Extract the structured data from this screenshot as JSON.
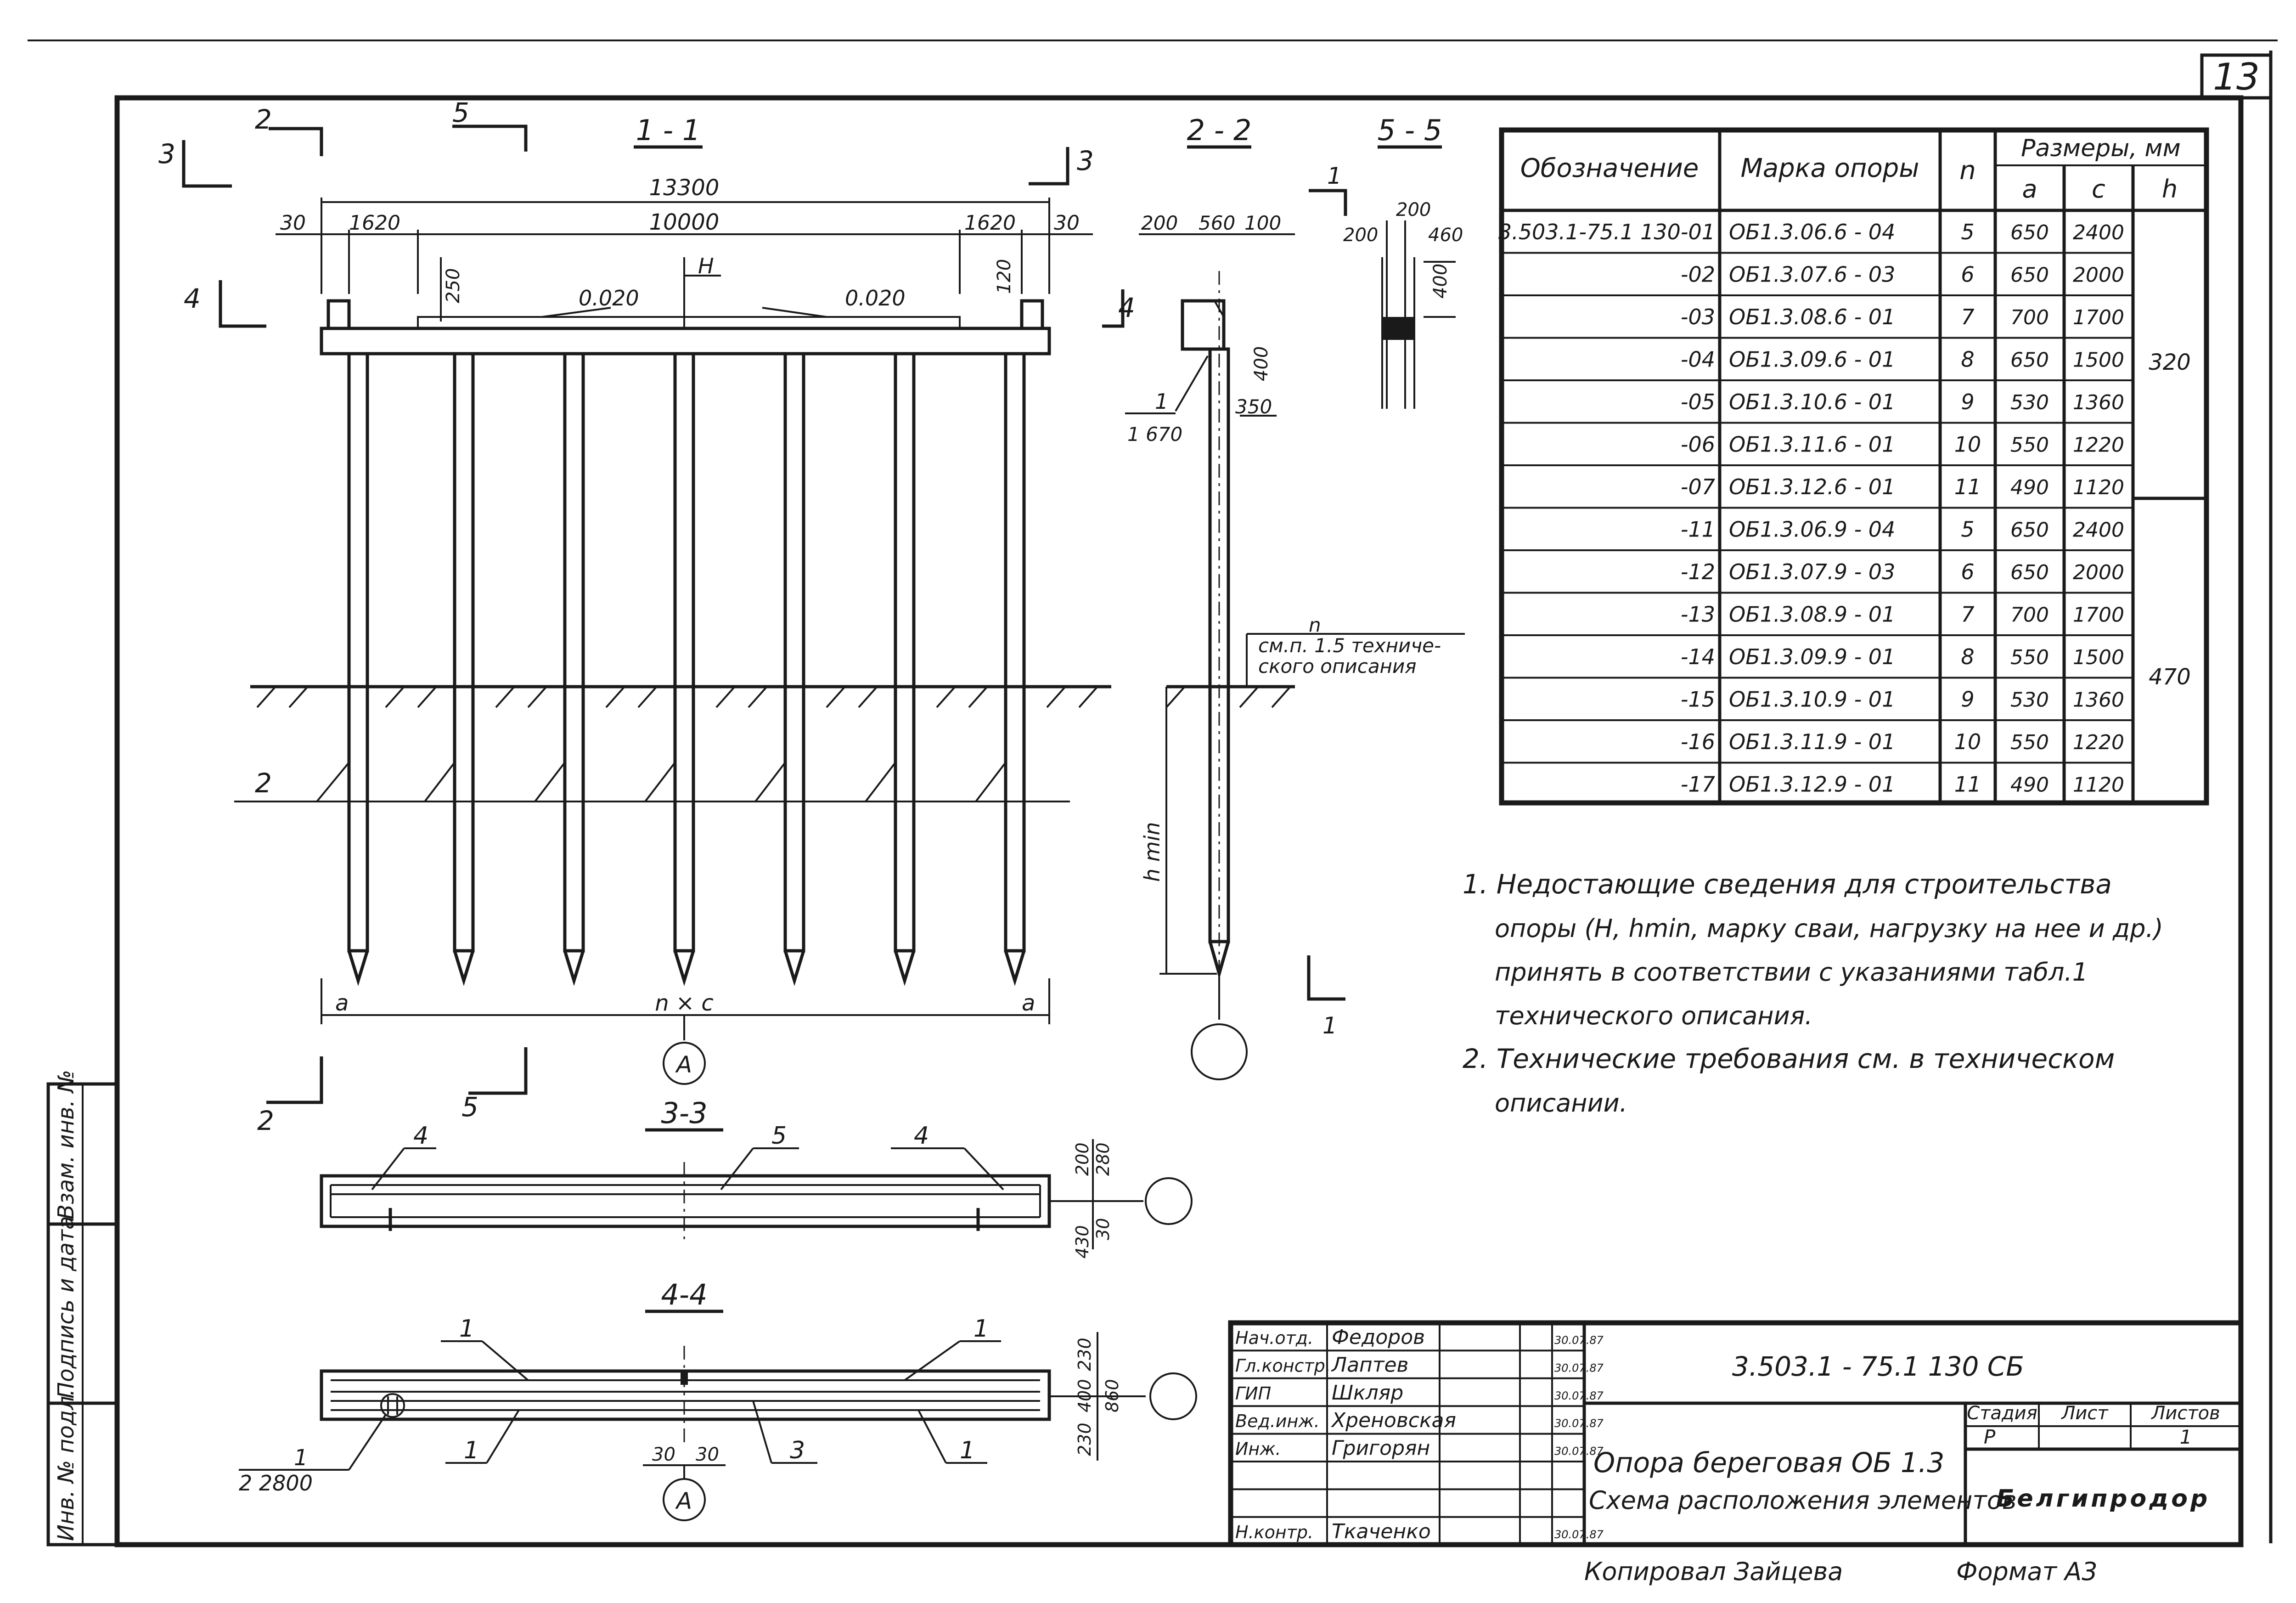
{
  "sheet": {
    "number": "13",
    "format_note": "Формат А3",
    "copied_by": "Копировал  Зайцева"
  },
  "views": {
    "s11": "1 - 1",
    "s22": "2 - 2",
    "s55": "5 - 5",
    "s33": "3-3",
    "s44": "4-4"
  },
  "markers": {
    "c2": "2",
    "c5": "5",
    "c3": "3",
    "c4": "4",
    "c1": "1"
  },
  "dims_11": {
    "total": "13300",
    "left_edge": "30",
    "left_cant": "1620",
    "mid": "10000",
    "right_cant": "1620",
    "right_edge": "30",
    "slope": "0.020",
    "level": "H",
    "d250": "250",
    "d120": "120",
    "a": "a",
    "nc": "n × c",
    "detail": "А",
    "pos2": "2"
  },
  "dims_22": {
    "d200": "200",
    "d560": "560",
    "d100": "100",
    "d400": "400",
    "d350": "350",
    "pos1": "1",
    "pos1_len": "1 670",
    "n": "n",
    "note1": "см.п. 1.5 техниче-",
    "note2": "ского описания",
    "hmin": "h min"
  },
  "dims_55": {
    "d200": "200",
    "d200b": "200",
    "d460": "460",
    "d400": "400"
  },
  "dims_33": {
    "p4a": "4",
    "p5": "5",
    "p4b": "4",
    "d200": "200",
    "d280": "280",
    "d430": "430",
    "d30": "30"
  },
  "dims_44": {
    "p1a": "1",
    "p1b": "1",
    "p1c": "1",
    "p1d": "1",
    "p3": "3",
    "p1e": "1",
    "p1e_len": "2 2800",
    "d30a": "30",
    "d30b": "30",
    "d230a": "230",
    "d400": "400",
    "d230b": "230",
    "d860": "860",
    "detail": "А"
  },
  "table": {
    "headers": {
      "designation": "Обозначение",
      "mark": "Марка опоры",
      "n": "n",
      "sizes": "Размеры, мм",
      "a": "a",
      "c": "c",
      "h": "h"
    },
    "rows": [
      {
        "designation": "3.503.1-75.1 130-01",
        "mark": "ОБ1.3.06.6 - 04",
        "n": "5",
        "a": "650",
        "c": "2400"
      },
      {
        "designation": "-02",
        "mark": "ОБ1.3.07.6 - 03",
        "n": "6",
        "a": "650",
        "c": "2000"
      },
      {
        "designation": "-03",
        "mark": "ОБ1.3.08.6 - 01",
        "n": "7",
        "a": "700",
        "c": "1700"
      },
      {
        "designation": "-04",
        "mark": "ОБ1.3.09.6 - 01",
        "n": "8",
        "a": "650",
        "c": "1500"
      },
      {
        "designation": "-05",
        "mark": "ОБ1.3.10.6 - 01",
        "n": "9",
        "a": "530",
        "c": "1360"
      },
      {
        "designation": "-06",
        "mark": "ОБ1.3.11.6 - 01",
        "n": "10",
        "a": "550",
        "c": "1220"
      },
      {
        "designation": "-07",
        "mark": "ОБ1.3.12.6 - 01",
        "n": "11",
        "a": "490",
        "c": "1120"
      },
      {
        "designation": "-11",
        "mark": "ОБ1.3.06.9 - 04",
        "n": "5",
        "a": "650",
        "c": "2400"
      },
      {
        "designation": "-12",
        "mark": "ОБ1.3.07.9 - 03",
        "n": "6",
        "a": "650",
        "c": "2000"
      },
      {
        "designation": "-13",
        "mark": "ОБ1.3.08.9 - 01",
        "n": "7",
        "a": "700",
        "c": "1700"
      },
      {
        "designation": "-14",
        "mark": "ОБ1.3.09.9 - 01",
        "n": "8",
        "a": "550",
        "c": "1500"
      },
      {
        "designation": "-15",
        "mark": "ОБ1.3.10.9 - 01",
        "n": "9",
        "a": "530",
        "c": "1360"
      },
      {
        "designation": "-16",
        "mark": "ОБ1.3.11.9 - 01",
        "n": "10",
        "a": "550",
        "c": "1220"
      },
      {
        "designation": "-17",
        "mark": "ОБ1.3.12.9 - 01",
        "n": "11",
        "a": "490",
        "c": "1120"
      }
    ],
    "h_upper": "320",
    "h_lower": "470"
  },
  "notes": [
    "1. Недостающие сведения для строительства",
    "опоры (H, hmin, марку сваи, нагрузку на нее и др.)",
    "принять в соответствии с указаниями табл.1",
    "технического описания.",
    "2. Технические требования см. в техническом",
    "описании."
  ],
  "side_stamp": [
    "Инв. № подл.",
    "Подпись и дата",
    "Взам. инв. №"
  ],
  "title_block": {
    "code": "3.503.1 - 75.1  130 СБ",
    "title1": "Опора береговая ОБ 1.3",
    "title2": "Схема расположения элементов",
    "org": "Белгипродор",
    "stage_h": "Стадия",
    "sheet_h": "Лист",
    "sheets_h": "Листов",
    "stage": "Р",
    "sheets": "1",
    "people": [
      {
        "role": "Нач.отд.",
        "name": "Федоров",
        "date": "30.07.87"
      },
      {
        "role": "Гл.констр.",
        "name": "Лаптев",
        "date": "30.07.87"
      },
      {
        "role": "ГИП",
        "name": "Шкляр",
        "date": "30.07.87"
      },
      {
        "role": "Вед.инж.",
        "name": "Хреновская",
        "date": "30.07.87"
      },
      {
        "role": "Инж.",
        "name": "Григорян",
        "date": "30.07.87"
      },
      {
        "role": "",
        "name": "",
        "date": ""
      },
      {
        "role": "",
        "name": "",
        "date": ""
      },
      {
        "role": "Н.контр.",
        "name": "Ткаченко",
        "date": "30.07.87"
      }
    ]
  }
}
